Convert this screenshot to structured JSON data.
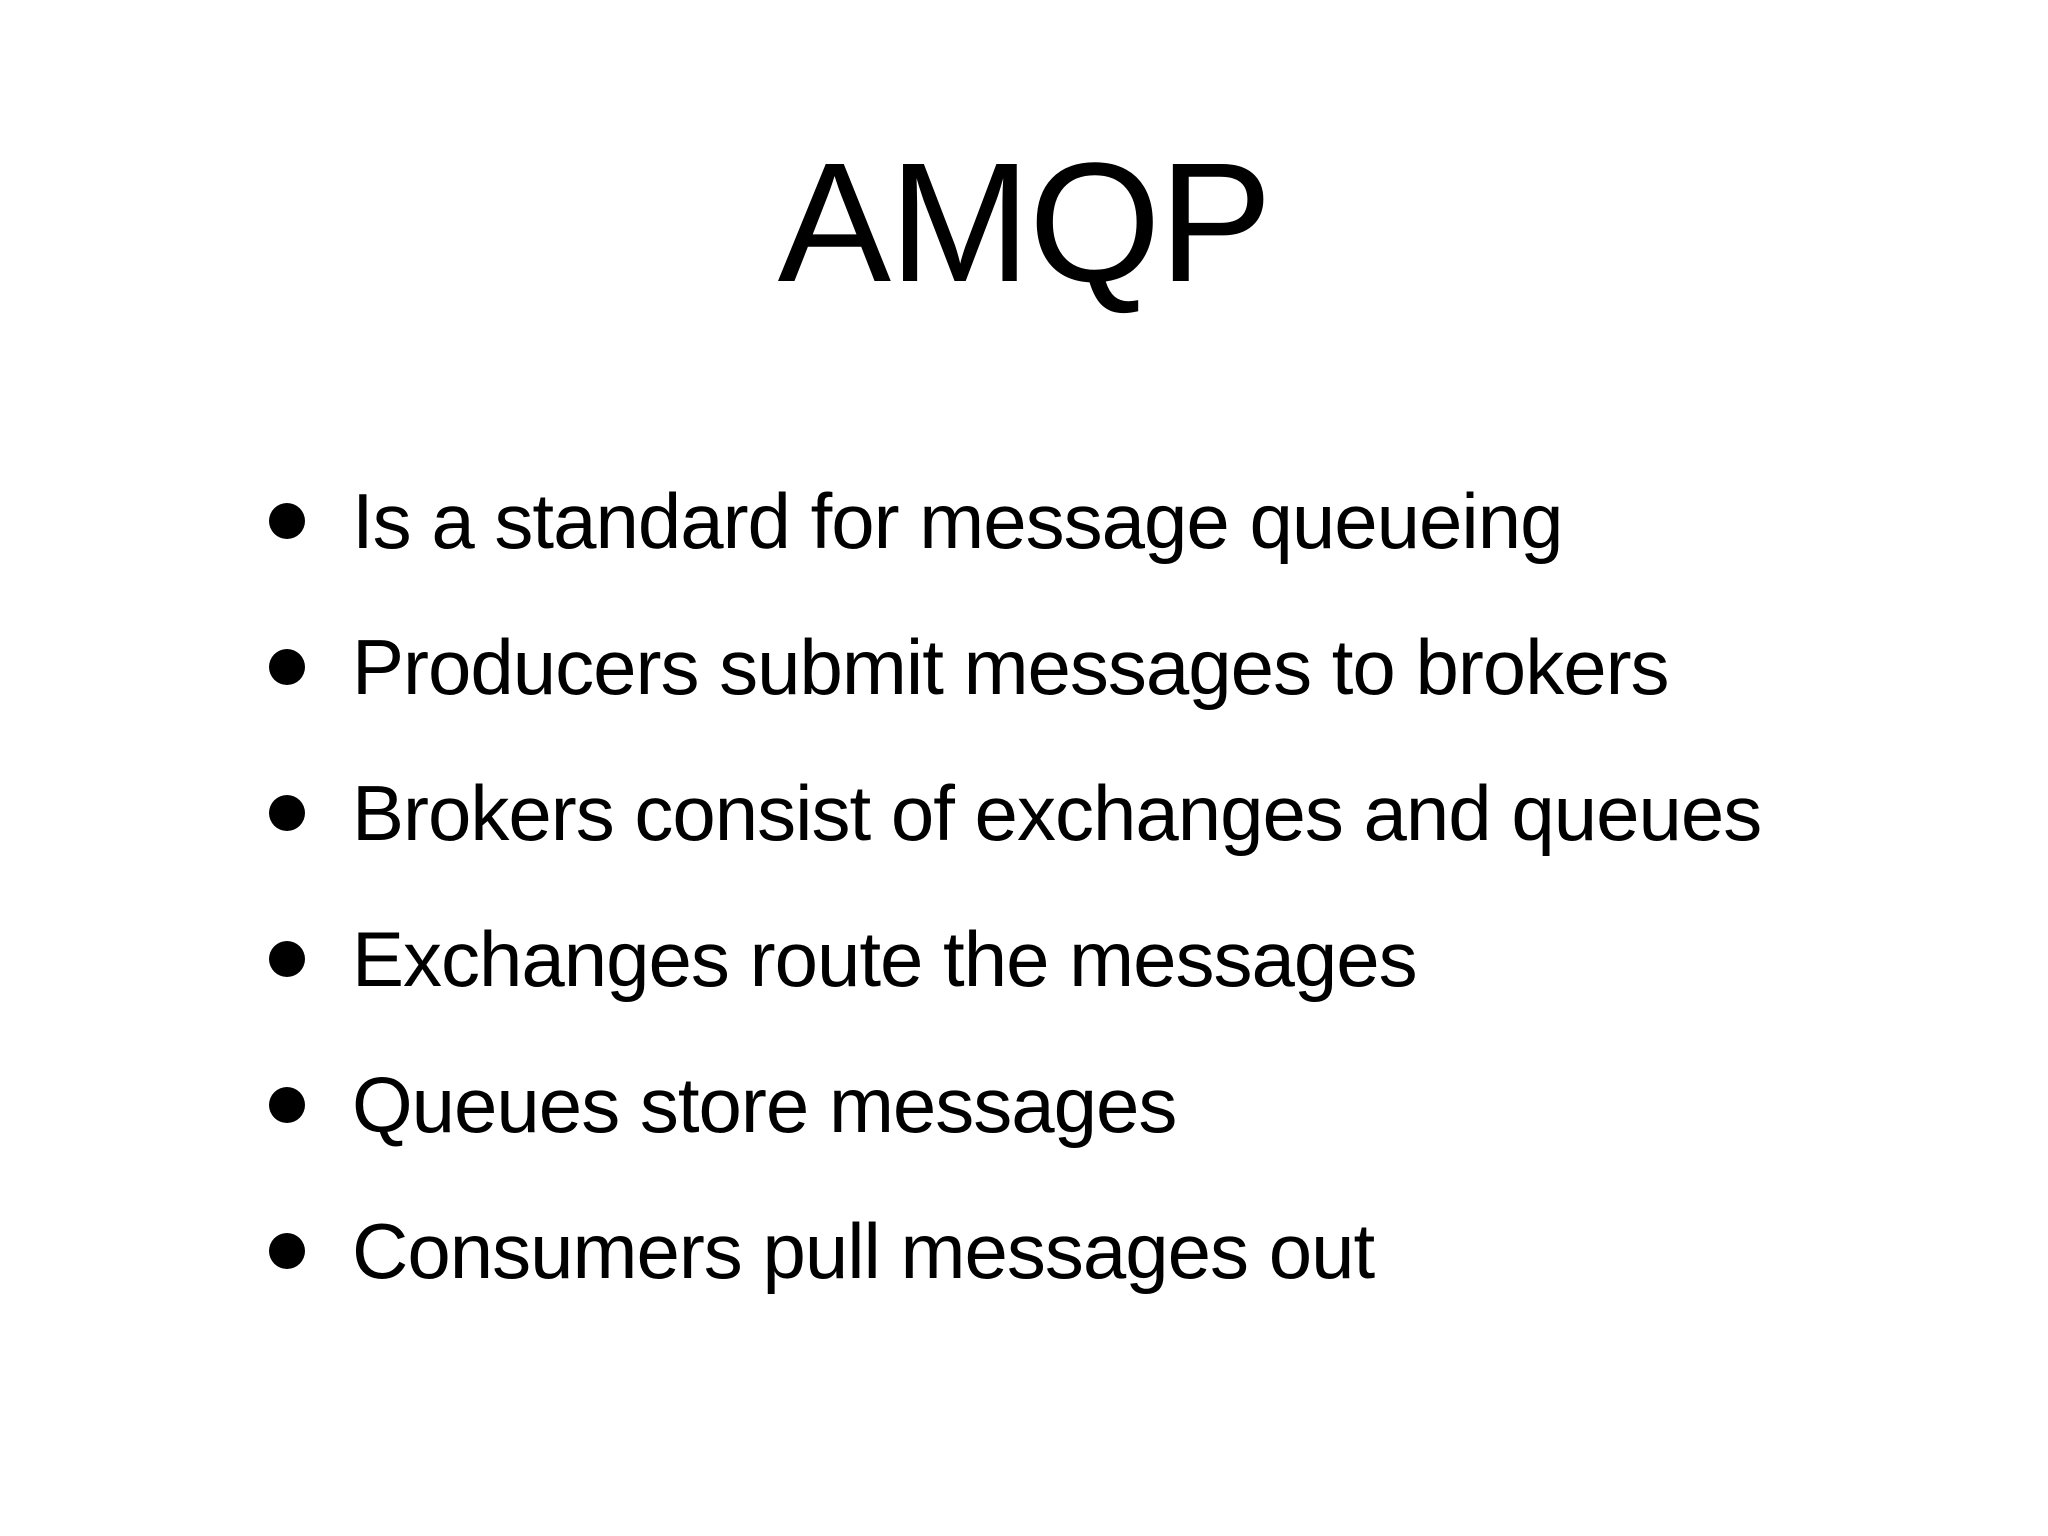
{
  "slide": {
    "title": "AMQP",
    "bullets": [
      "Is a standard for message queueing",
      "Producers submit messages to brokers",
      "Brokers consist of exchanges and queues",
      "Exchanges route the messages",
      "Queues store messages",
      "Consumers pull messages out"
    ],
    "colors": {
      "background": "#ffffff",
      "text": "#000000"
    }
  }
}
